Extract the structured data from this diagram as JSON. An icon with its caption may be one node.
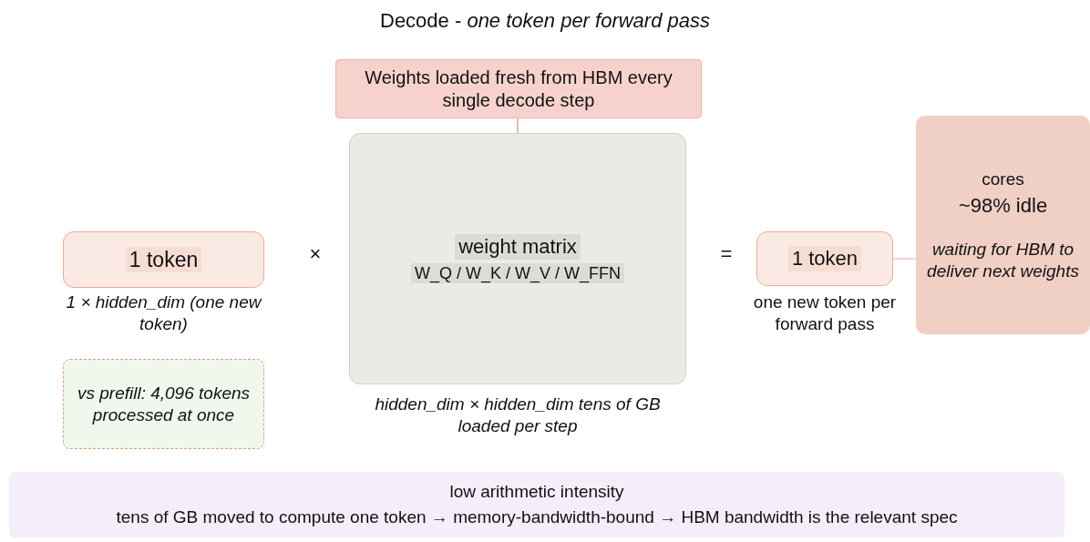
{
  "diagram": {
    "title": "Decode - *one token per forward pass*",
    "nodes": [
      {
        "text": [
          "Weights loaded fresh from HBM every single decode step"
        ]
      },
      {
        "text": [
          "weight matrix",
          "W_Q / W_K / W_V / W_FFN"
        ],
        "beside": [
          "hidden_dim × hidden_dim tens of GB loaded per step"
        ]
      },
      {
        "text": [
          "1 token"
        ],
        "beside": [
          "1 × hidden_dim (one new token)"
        ]
      },
      {
        "text": [
          "vs prefill: 4,096 tokens processed at once"
        ]
      },
      {
        "text": [
          "1 token"
        ],
        "beside": [
          "one new token per forward pass"
        ]
      },
      {
        "text": [
          "cores",
          "~98% idle",
          "waiting for HBM to deliver next weights"
        ]
      },
      {
        "text": [
          "low arithmetic intensity",
          "tens of GB moved to compute one token → memory-bandwidth-bound → HBM bandwidth is the relevant spec"
        ]
      }
    ],
    "edges": [
      {
        "from": 0,
        "to": 1,
        "arrow": "none"
      },
      {
        "from": 4,
        "to": 5,
        "arrow": "none"
      }
    ],
    "labels": [
      "×",
      "="
    ]
  }
}
